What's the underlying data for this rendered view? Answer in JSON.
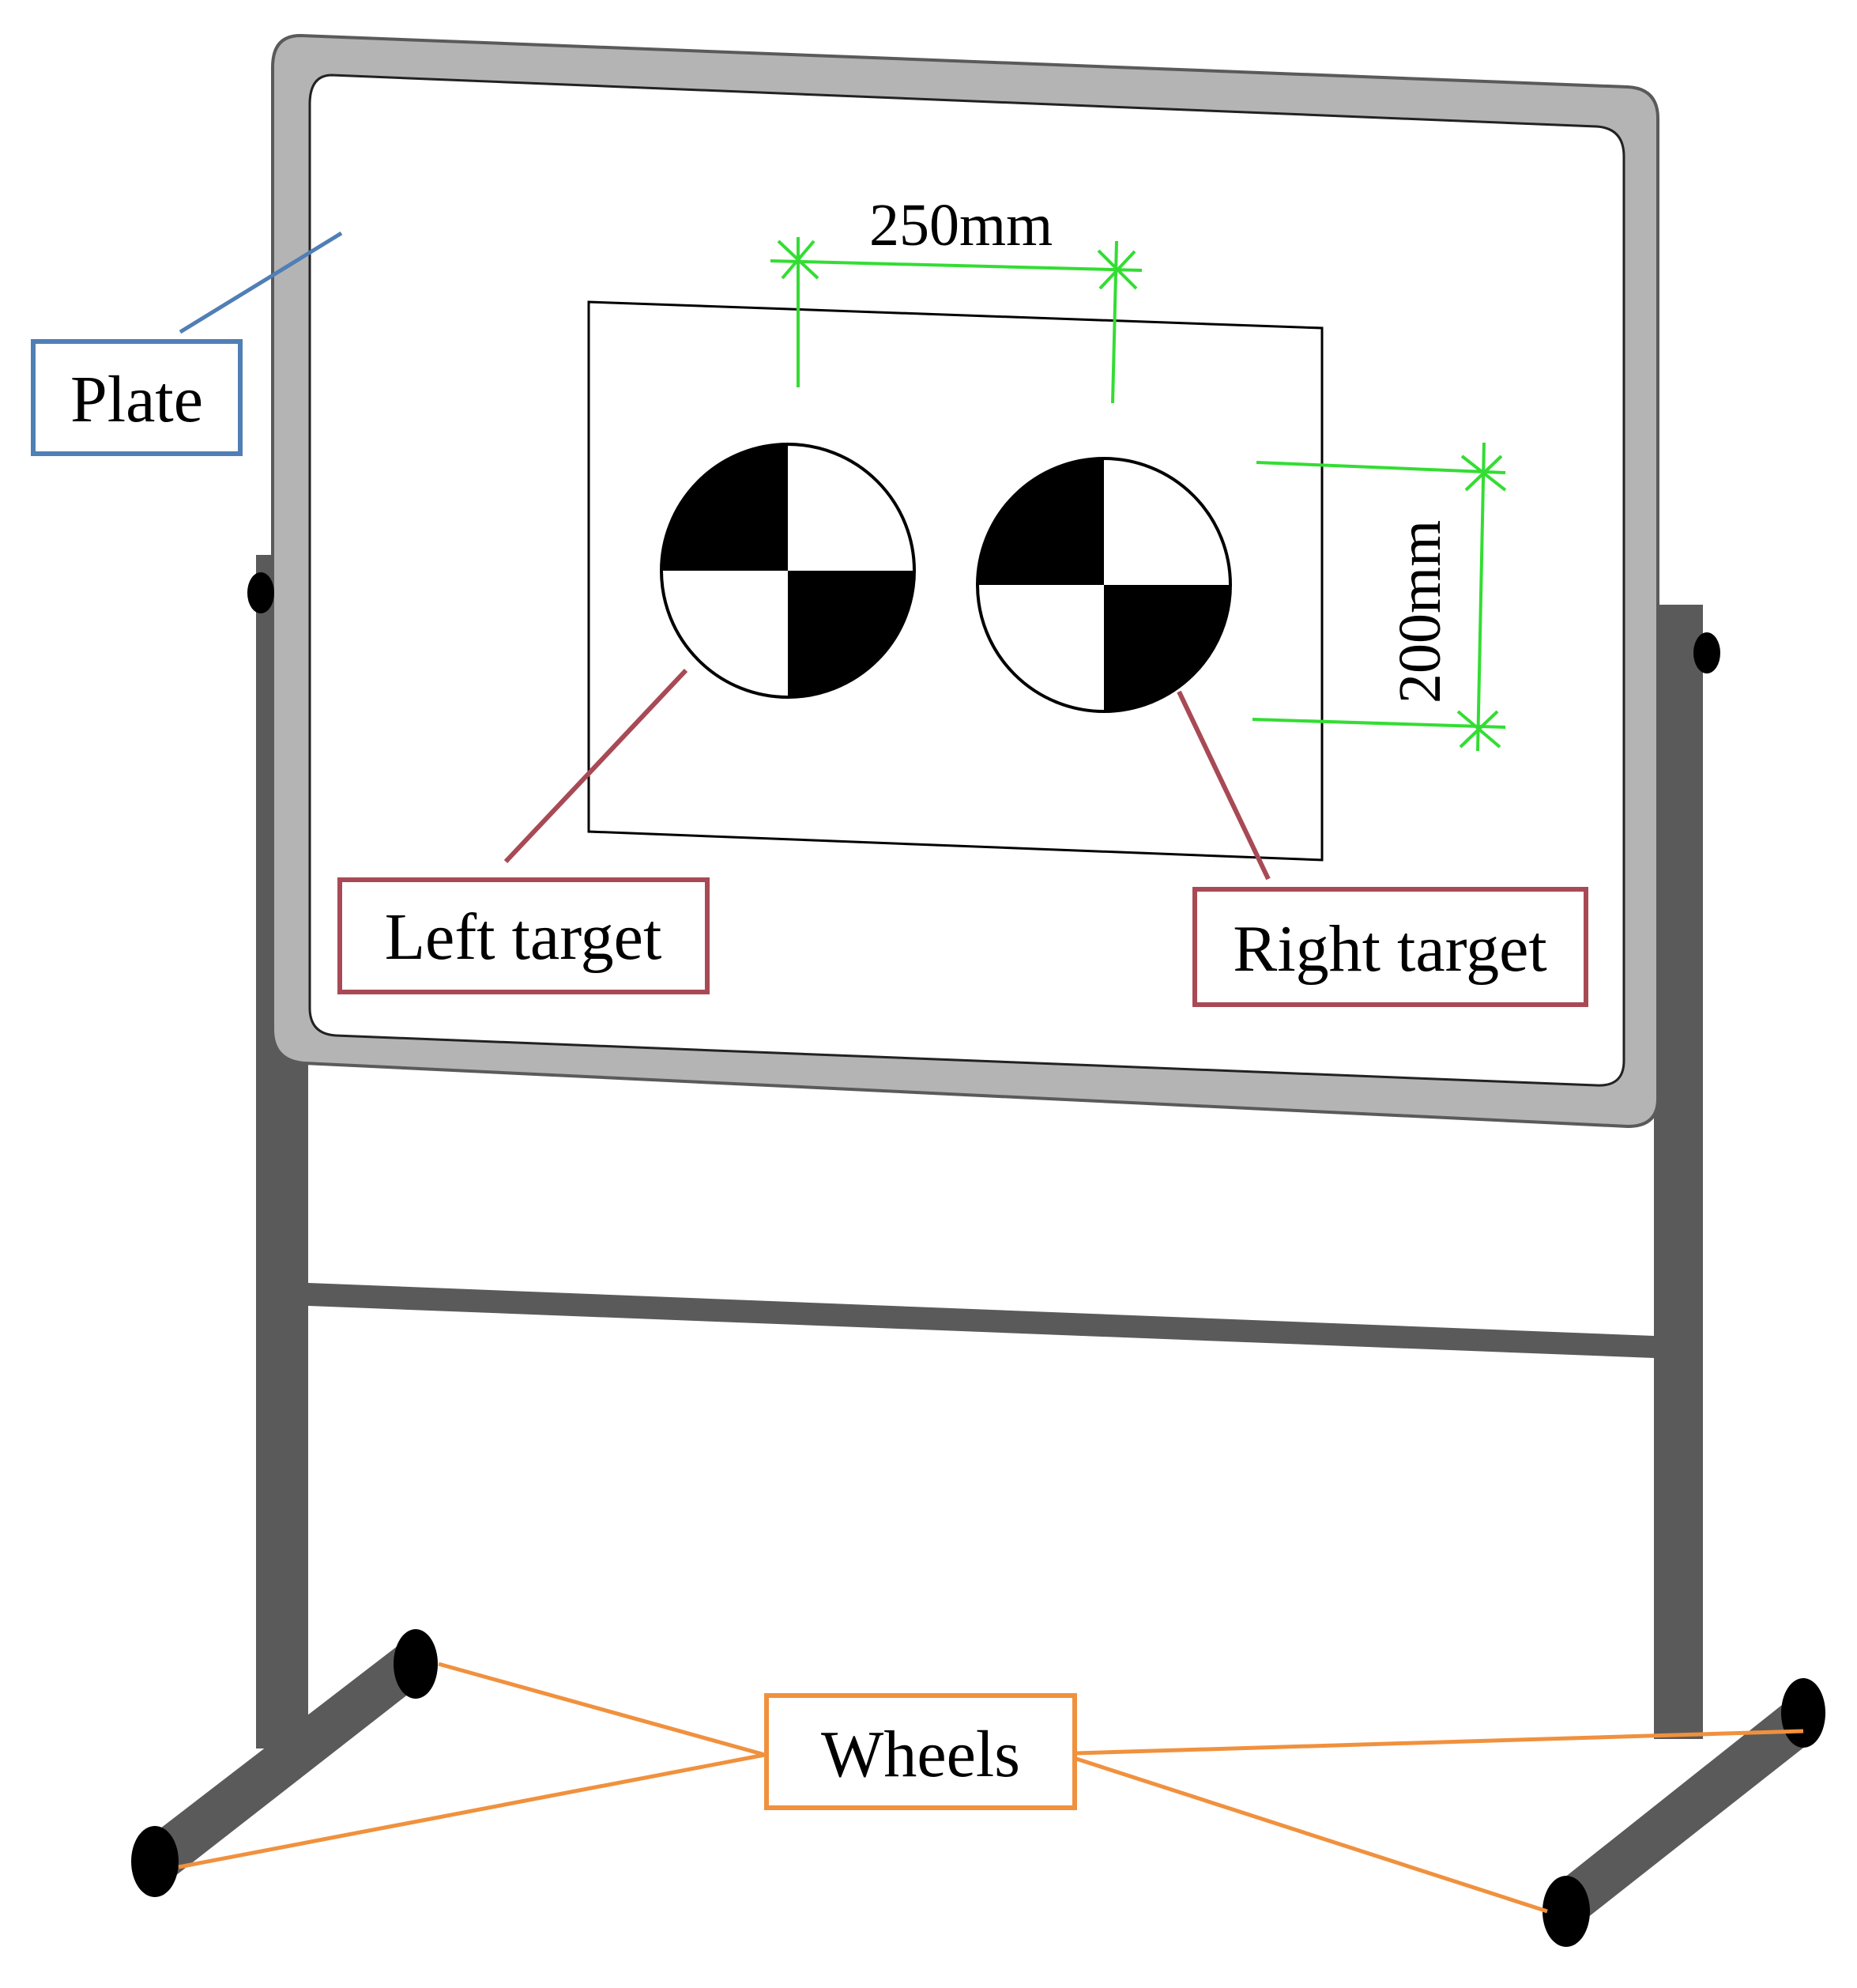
{
  "labels": {
    "plate": "Plate",
    "left_target": "Left target",
    "right_target": "Right target",
    "wheels": "Wheels"
  },
  "dimensions": {
    "target_spacing": "250mm",
    "target_height": "200mm"
  },
  "colors": {
    "frame": "#b4b4b4",
    "stand": "#5a5a5a",
    "plate_callout": "#4f7fb5",
    "target_callout": "#a84a55",
    "wheel_callout": "#f0913e",
    "dimension": "#33dd33"
  }
}
